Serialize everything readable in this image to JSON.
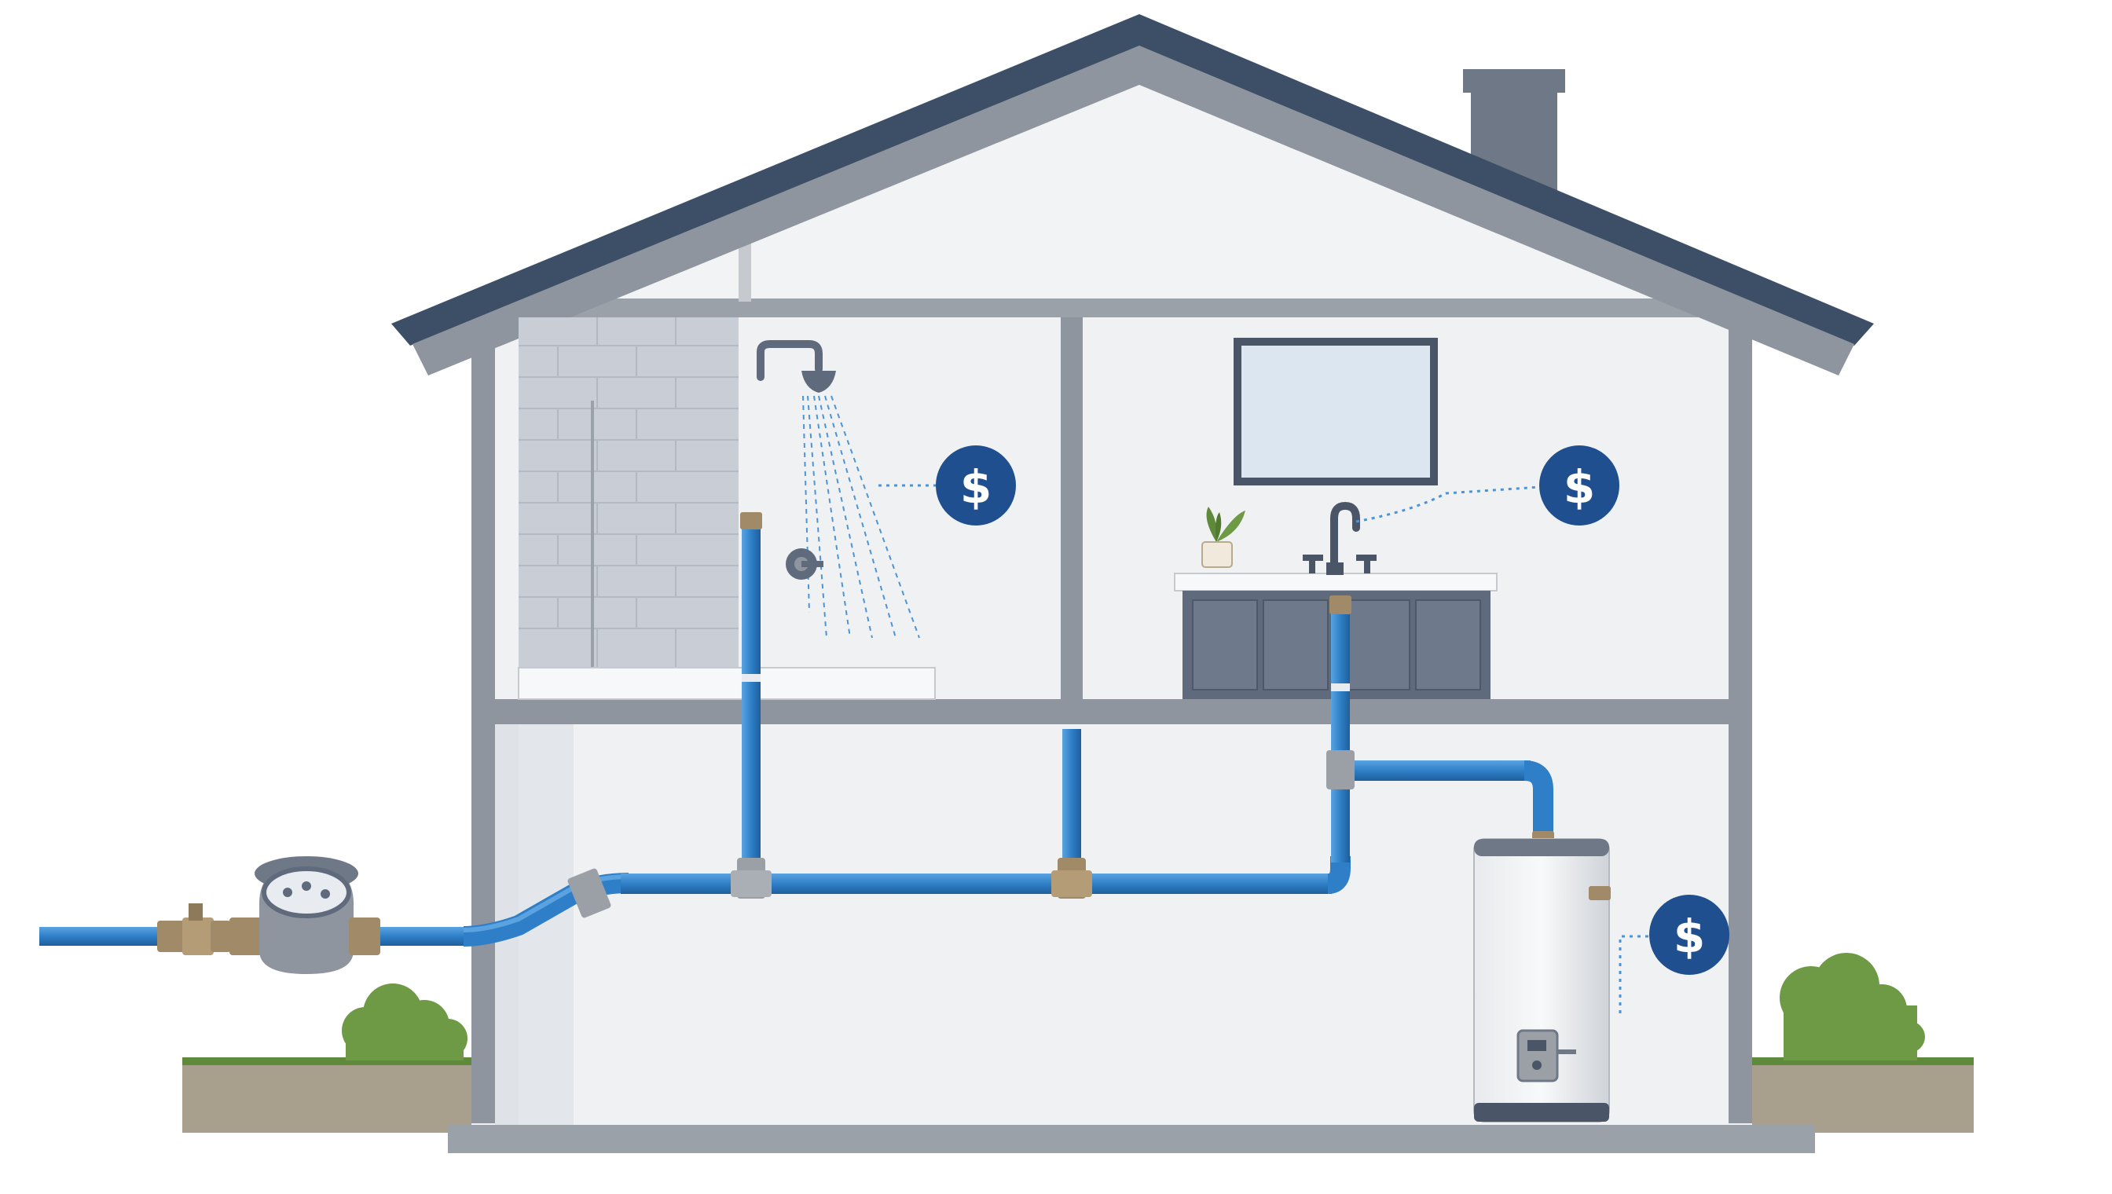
{
  "diagram": {
    "kind": "house plumbing cross-section",
    "colors": {
      "roof": "#3d4f66",
      "wall_frame": "#8e959e",
      "interior": "#f0f1f3",
      "pipe": "#2f7fc8",
      "pipe_dark": "#1f5f9c",
      "fitting_brass": "#a08a68",
      "fitting_steel": "#9aa0a6",
      "vanity": "#5f6b7d",
      "grass": "#5f8a3c",
      "ground": "#a89f8d",
      "badge": "#1f4f8f",
      "badge_text": "#ffffff"
    },
    "cost_badges": [
      {
        "target": "shower",
        "symbol": "$"
      },
      {
        "target": "bathroom-sink",
        "symbol": "$"
      },
      {
        "target": "water-heater",
        "symbol": "$"
      }
    ],
    "icons": [
      "water-meter-icon",
      "shut-off-valve-icon",
      "shower-head-icon",
      "faucet-icon",
      "water-heater-icon",
      "plant-icon",
      "mirror-icon",
      "chimney-icon"
    ]
  }
}
